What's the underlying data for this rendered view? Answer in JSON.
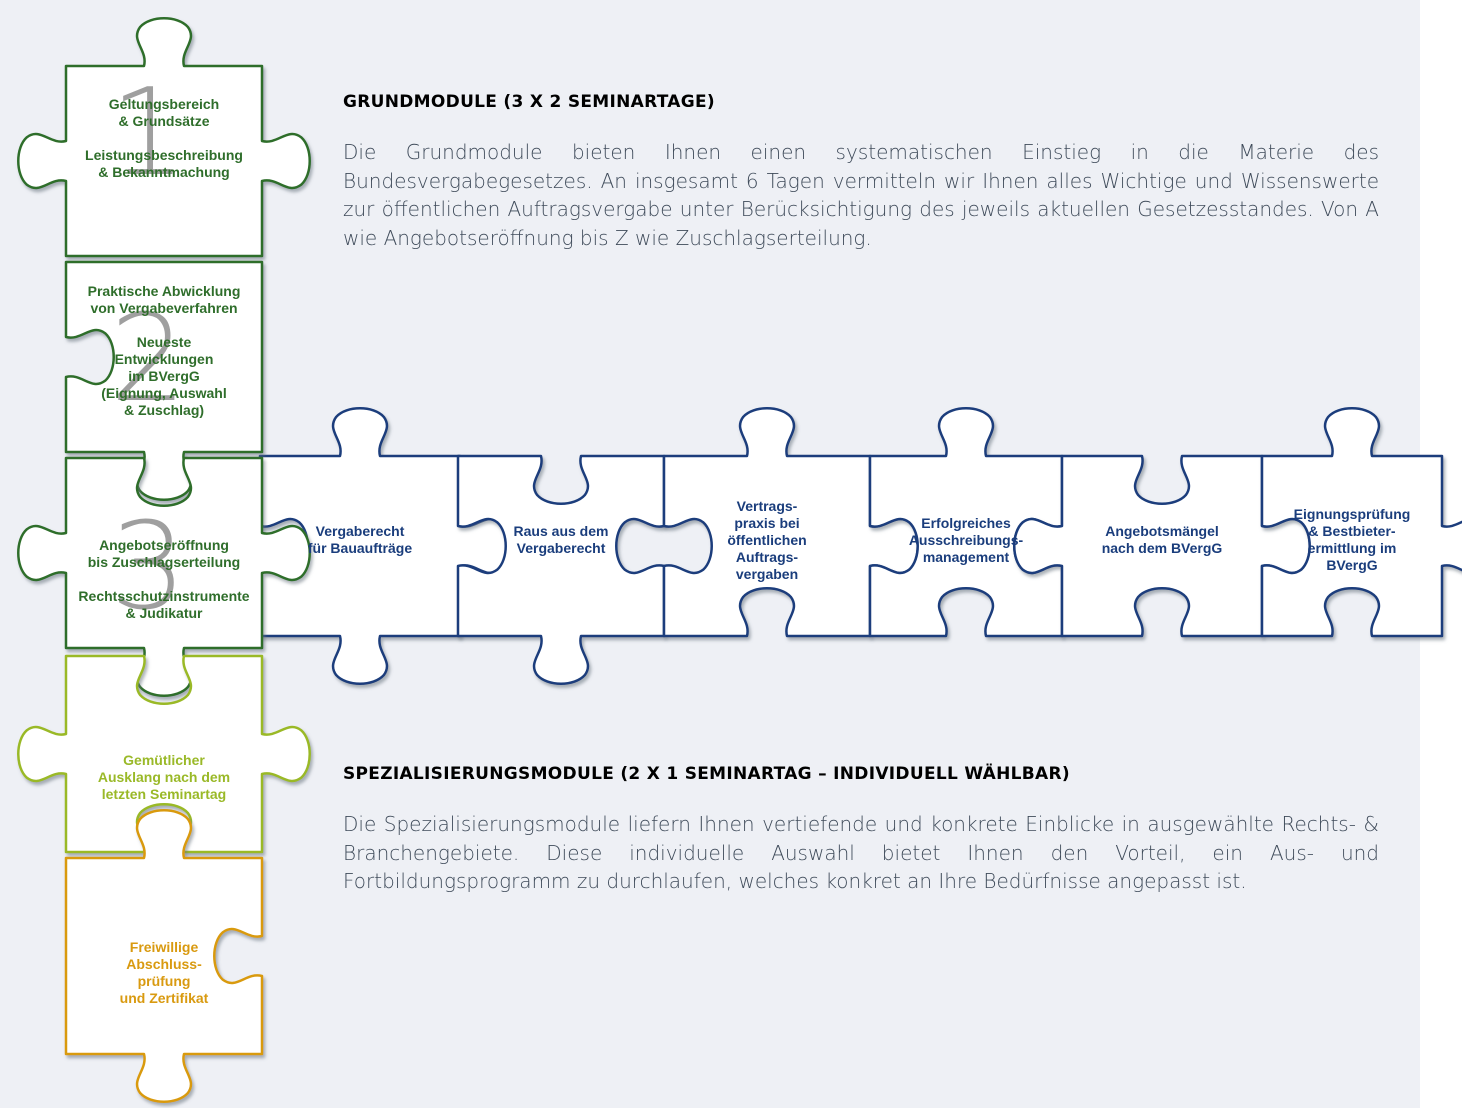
{
  "colors": {
    "background": "#eef0f5",
    "grund_green": "#2f6e2b",
    "ausklang_lime": "#9ab928",
    "pruefung_gold": "#d99a10",
    "spezial_blue": "#1a3d7c"
  },
  "sections": [
    {
      "heading": "GRUNDMODULE (3 X 2 SEMINARTAGE)",
      "text": "Die Grundmodule bieten Ihnen einen systematischen Einstieg in die Materie des Bundesvergabegesetzes. An insgesamt 6 Tagen vermitteln wir Ihnen alles Wichtige und Wissenswerte zur öffentlichen Auftragsvergabe unter Berücksichtigung des jeweils aktuellen Gesetzesstandes. Von A wie Angebotseröffnung bis Z wie Zuschlagserteilung."
    },
    {
      "heading": "SPEZIALISIERUNGSMODULE (2 X 1 SEMINARTAG – INDIVIDUELL WÄHLBAR)",
      "text": "Die Spezialisierungsmodule liefern Ihnen vertiefende und konkrete Einblicke in ausgewählte Rechts- & Branchengebiete. Diese individuelle Auswahl bietet Ihnen den Vorteil, ein Aus- und Fortbildungsprogramm zu durchlaufen, welches konkret an Ihre Bedürfnisse angepasst ist."
    }
  ],
  "grundmodule": [
    {
      "number": "1",
      "topic_a": "Geltungsbereich\n& Grundsätze",
      "topic_b": "Leistungsbeschreibung\n& Bekanntmachung"
    },
    {
      "number": "2",
      "topic_a": "Praktische Abwicklung\nvon Vergabeverfahren",
      "topic_b": "Neueste\nEntwicklungen\nim BVergG\n(Eignung, Auswahl\n& Zuschlag)"
    },
    {
      "number": "3",
      "topic_a": "Angebotseröffnung\nbis Zuschlagserteilung",
      "topic_b": "Rechtsschutzinstrumente\n& Judikatur"
    }
  ],
  "ausklang": "Gemütlicher\nAusklang nach dem\nletzten Seminartag",
  "pruefung": "Freiwillige\nAbschluss-\nprüfung\nund Zertifikat",
  "spezialisierung": [
    "Vergaberecht\nfür Bauaufträge",
    "Raus aus dem\nVergaberecht",
    "Vertrags-\npraxis bei\nöffentlichen\nAuftrags-\nvergaben",
    "Erfolgreiches\nAusschreibungs-\nmanagement",
    "Angebotsmängel\nnach dem BVergG",
    "Eignungsprüfung\n& Bestbieter-\nermittlung im\nBVergG"
  ]
}
